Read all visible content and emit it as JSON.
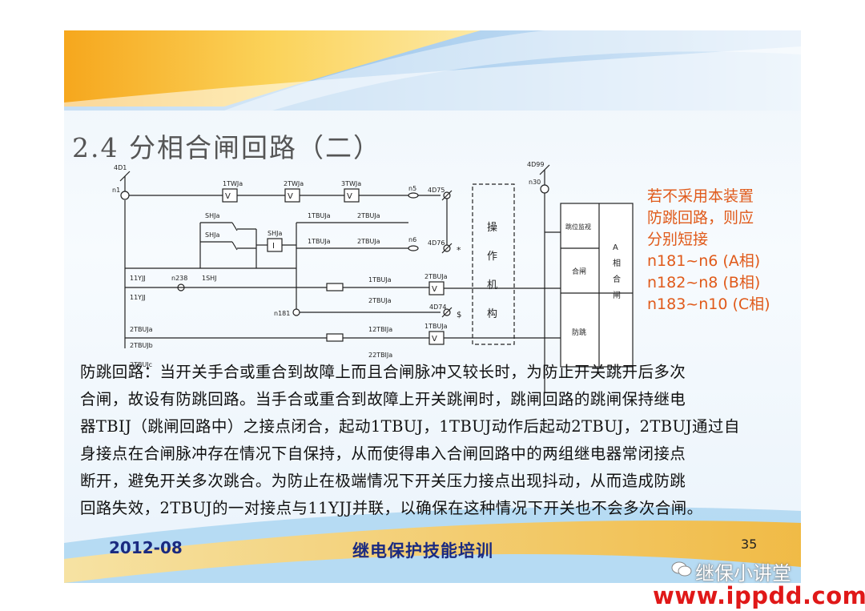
{
  "slide_title": "2.4 分相合闸回路（二）",
  "diagram_labels": {
    "4D1": "4D1",
    "n1": "n1",
    "1TWJa": "1TWJa",
    "2TWJa": "2TWJa",
    "3TWJa": "3TWJa",
    "n5": "n5",
    "4D75": "4D75",
    "n6": "n6",
    "4D76": "4D76",
    "4D99": "4D99",
    "n30": "n30",
    "SHJa_top": "SHJa",
    "SHJa_mid": "SHJa",
    "SHJa_box": "SHJa",
    "1TBUJa_top": "1TBUJa",
    "2TBUJa_top": "2TBUJa",
    "1TBUJa_mid": "1TBUJa",
    "2TBUJa_mid": "2TBUJa",
    "11YJJ": "11YJJ",
    "n238": "n238",
    "1SHJ": "1SHJ",
    "1TBUJa_r3": "1TBUJa",
    "2TBUJa_coil": "2TBUJa",
    "2TBUJa_r4": "2TBUJa",
    "n181": "n181",
    "4D74": "4D74",
    "1TBUJa_coil": "1TBUJa",
    "11YJJ_b": "11YJJ",
    "2TBUJa_l": "2TBUJa",
    "2TBUJb_l": "2TBUJb",
    "2TBUJc_l": "2TBUJc",
    "12TBIJa": "12TBIJa",
    "22TBIJa": "22TBIJa",
    "I": "I",
    "mech": [
      "操",
      "作",
      "机",
      "构"
    ],
    "box_trip_monitor": "跳位监视",
    "box_close": "合闸",
    "box_anti_jump": "防跳",
    "phase": [
      "A",
      "相",
      "合",
      "闸"
    ],
    "dollar": "$",
    "star": "*"
  },
  "note_lines": [
    "若不采用本装置",
    "防跳回路，则应",
    "分别短接",
    "n181~n6  (A相)",
    "n182~n8  (B相)",
    "n183~n10 (C相)"
  ],
  "paragraph_lines": [
    "防跳回路：当开关手合或重合到故障上而且合闸脉冲又较长时，为防止开关跳开后多次",
    "合闸，故设有防跳回路。当手合或重合到故障上开关跳闸时，跳闸回路的跳闸保持继电",
    "器TBIJ（跳闸回路中）之接点闭合，起动1TBUJ，1TBUJ动作后起动2TBUJ，2TBUJ通过自",
    "身接点在合闸脉冲存在情况下自保持，从而使得串入合闸回路中的两组继电器常闭接点",
    "断开，避免开关多次跳合。为防止在极端情况下开关压力接点出现抖动，从而造成防跳",
    "回路失效，2TBUJ的一对接点与11YJJ并联，以确保在这种情况下开关也不会多次合闸。"
  ],
  "footer": {
    "date": "2012-08",
    "title": "继电保护技能培训",
    "page": "35"
  },
  "watermark": {
    "name": "继保小讲堂",
    "url": "www.ippdd.com"
  },
  "colors": {
    "note": "#e05a1a",
    "footer": "#1a2a80",
    "url": "#e01818"
  }
}
